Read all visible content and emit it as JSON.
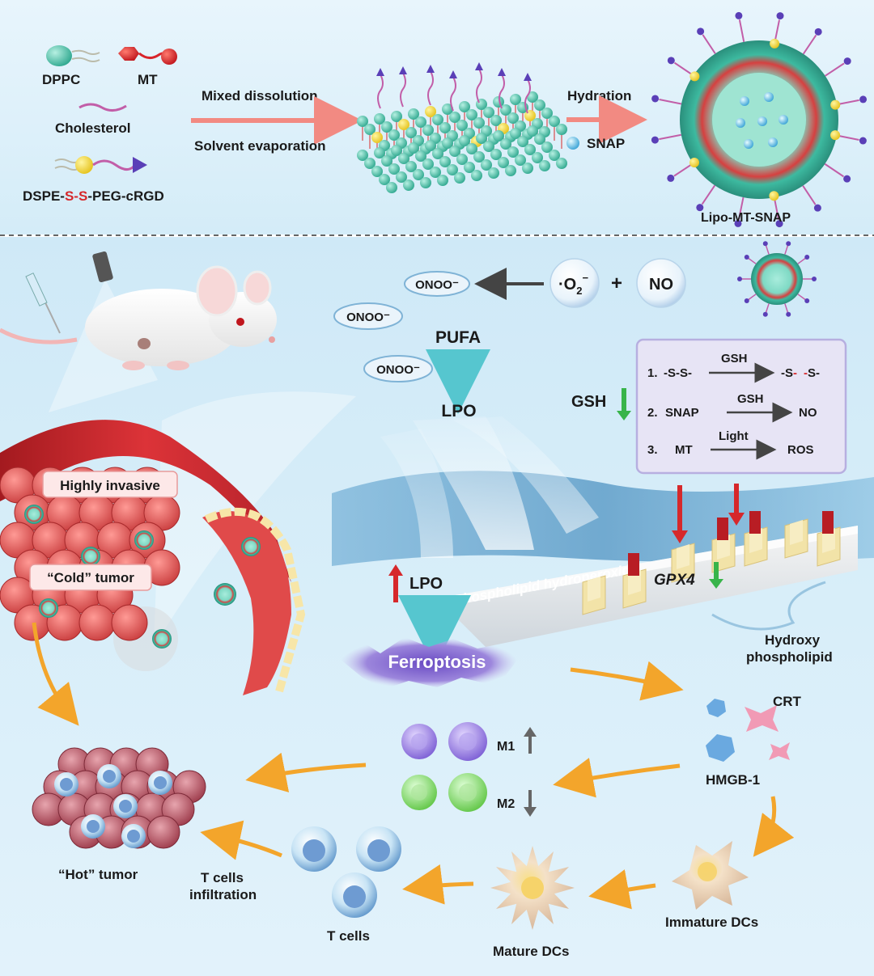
{
  "top_panel": {
    "dppc": "DPPC",
    "mt": "MT",
    "cholesterol": "Cholesterol",
    "dspe_prefix": "DSPE-",
    "ss": "S-S",
    "dspe_suffix": "-PEG-cRGD",
    "mixed_dissolution": "Mixed dissolution",
    "solvent_evaporation": "Solvent evaporation",
    "hydration": "Hydration",
    "snap": "SNAP",
    "lipo_mt_snap": "Lipo-MT-SNAP"
  },
  "reactions": {
    "o2_radical": "·O",
    "o2_sub": "2",
    "o2_sup": "−",
    "plus": "+",
    "no": "NO",
    "onoo": "ONOO⁻",
    "pufa": "PUFA",
    "lpo": "LPO",
    "gsh": "GSH"
  },
  "mechanism_box": {
    "r1_num": "1.",
    "r1_left": "-S-S-",
    "r1_over": "GSH",
    "r1_right_a": "-S",
    "r1_right_dash1": "-",
    "r1_right_dash2": "-",
    "r1_right_b": "S-",
    "r2_num": "2.",
    "r2_left": "SNAP",
    "r2_over": "GSH",
    "r2_right": "NO",
    "r3_num": "3.",
    "r3_left": "MT",
    "r3_over": "Light",
    "r3_right": "ROS"
  },
  "membrane": {
    "phospholipid_hydroperoxide": "Phospholipid hydroperoxide",
    "gpx4": "GPX4",
    "hydroxy": "Hydroxy",
    "phospholipid": "phospholipid",
    "lpo_up": "LPO",
    "ferroptosis": "Ferroptosis"
  },
  "tumor": {
    "highly_invasive": "Highly invasive",
    "cold_tumor": "“Cold” tumor",
    "hot_tumor": "“Hot” tumor"
  },
  "immune": {
    "crt": "CRT",
    "hmgb1": "HMGB-1",
    "m1": "M1",
    "m2": "M2",
    "immature_dcs": "Immature DCs",
    "mature_dcs": "Mature DCs",
    "t_cells": "T cells",
    "t_cells_infiltration_1": "T cells",
    "t_cells_infiltration_2": "infiltration"
  },
  "colors": {
    "top_bg": "#dff0fa",
    "bottom_bg": "#d2ebf8",
    "lipid_head": "#4fc7b0",
    "mt_red": "#d8242a",
    "arrow_pink": "#f28a82",
    "arrow_orange": "#f3a52b",
    "arrow_teal": "#56c6cf",
    "arrow_gray": "#555555",
    "vessel_red": "#c8262a",
    "up_red": "#d6282b",
    "down_green": "#38b44a",
    "box_bg": "#e7e4f5",
    "box_border": "#b7afe0",
    "ferroptosis": "#7a5bc8"
  }
}
